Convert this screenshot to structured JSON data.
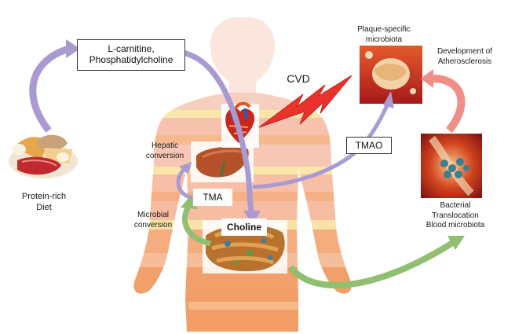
{
  "labels": {
    "l_carnitine": "L-carnitine,\nPhosphatidylcholine",
    "cvd": "CVD",
    "plaque_microbiota": "Plaque-specific\nmicrobiota",
    "atherosclerosis": "Development of\nAtherosclerosis",
    "hepatic_conversion": "Hepatic\nconversion",
    "tmao": "TMAO",
    "tma": "TMA",
    "microbial_conversion": "Microbial\nconversion",
    "choline": "Choline",
    "protein_diet": "Protein-rich\nDiet",
    "bacterial_translocation": "Bacterial\nTranslocation\nBlood microbiota"
  },
  "colors": {
    "purple_arrow": "#a99bd1",
    "green_arrow": "#8fbf6f",
    "red_arrow": "#ef8d86",
    "lightning": "#e8322b",
    "body_band_light": "#f8d3c4",
    "body_band_peach": "#f6b98d",
    "body_band_orange": "#f2a06a",
    "body_band_yellow": "#f8e7a9"
  }
}
